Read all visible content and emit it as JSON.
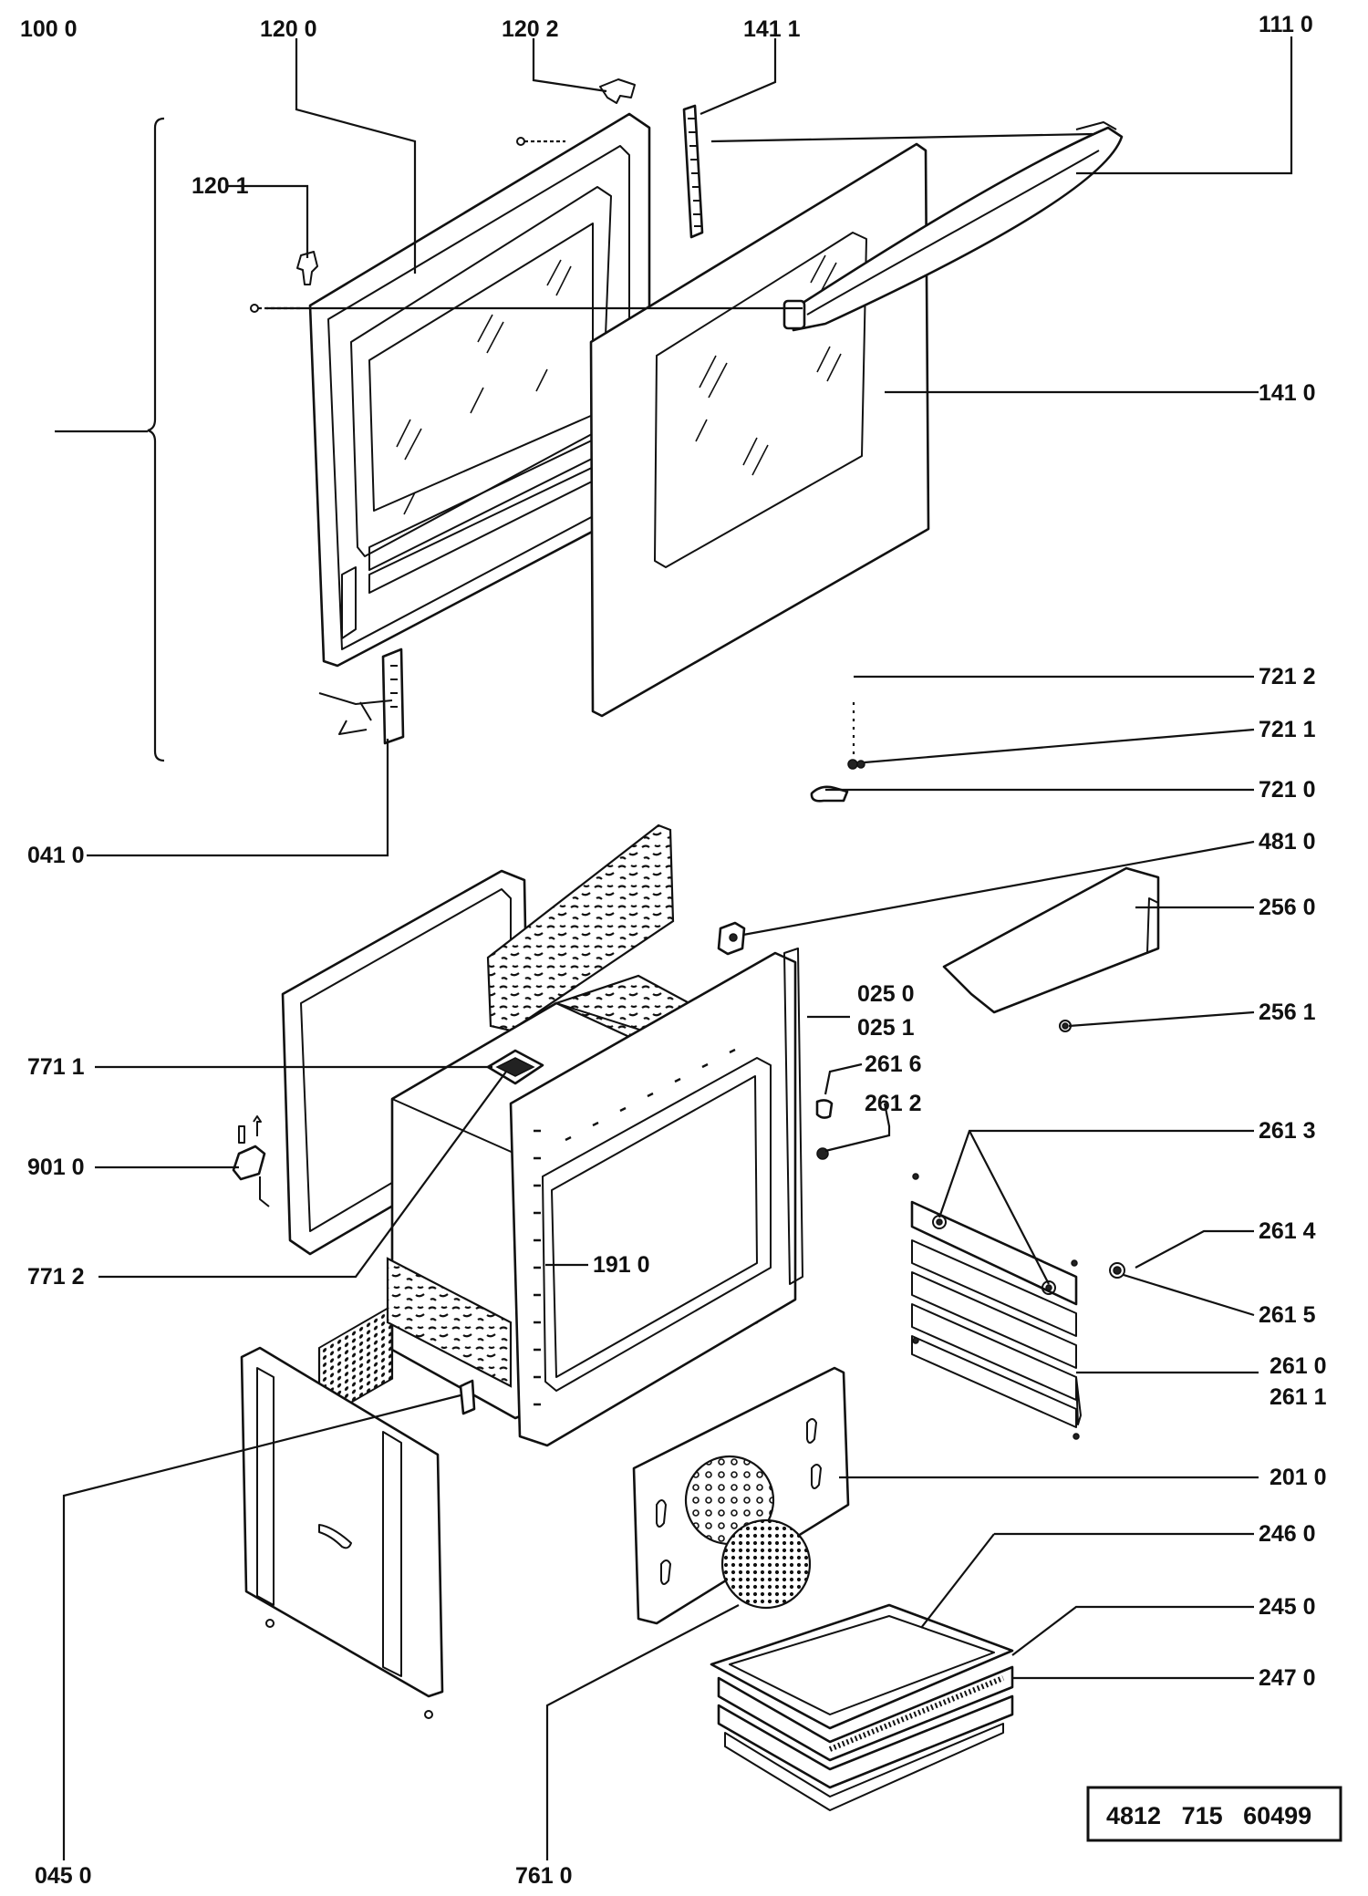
{
  "labels": {
    "l1000": "100 0",
    "l1200": "120 0",
    "l1202": "120 2",
    "l1411": "141 1",
    "l1110": "111 0",
    "l1201": "120 1",
    "l1410": "141 0",
    "l7212": "721 2",
    "l7211": "721 1",
    "l7210": "721 0",
    "l0410": "041 0",
    "l4810": "481 0",
    "l2560": "256 0",
    "l0250": "025 0",
    "l0251": "025 1",
    "l2561": "256 1",
    "l7711": "771 1",
    "l2616": "261 6",
    "l2612": "261 2",
    "l2613": "261 3",
    "l9010": "901 0",
    "l2614": "261 4",
    "l7712": "771 2",
    "l1910": "191 0",
    "l2615": "261 5",
    "l2610": "261 0",
    "l2611": "261 1",
    "l2010": "201 0",
    "l2460": "246 0",
    "l2450": "245 0",
    "l2470": "247 0",
    "l0450": "045 0",
    "l7610": "761 0"
  },
  "document_code": "4812   715   60499"
}
